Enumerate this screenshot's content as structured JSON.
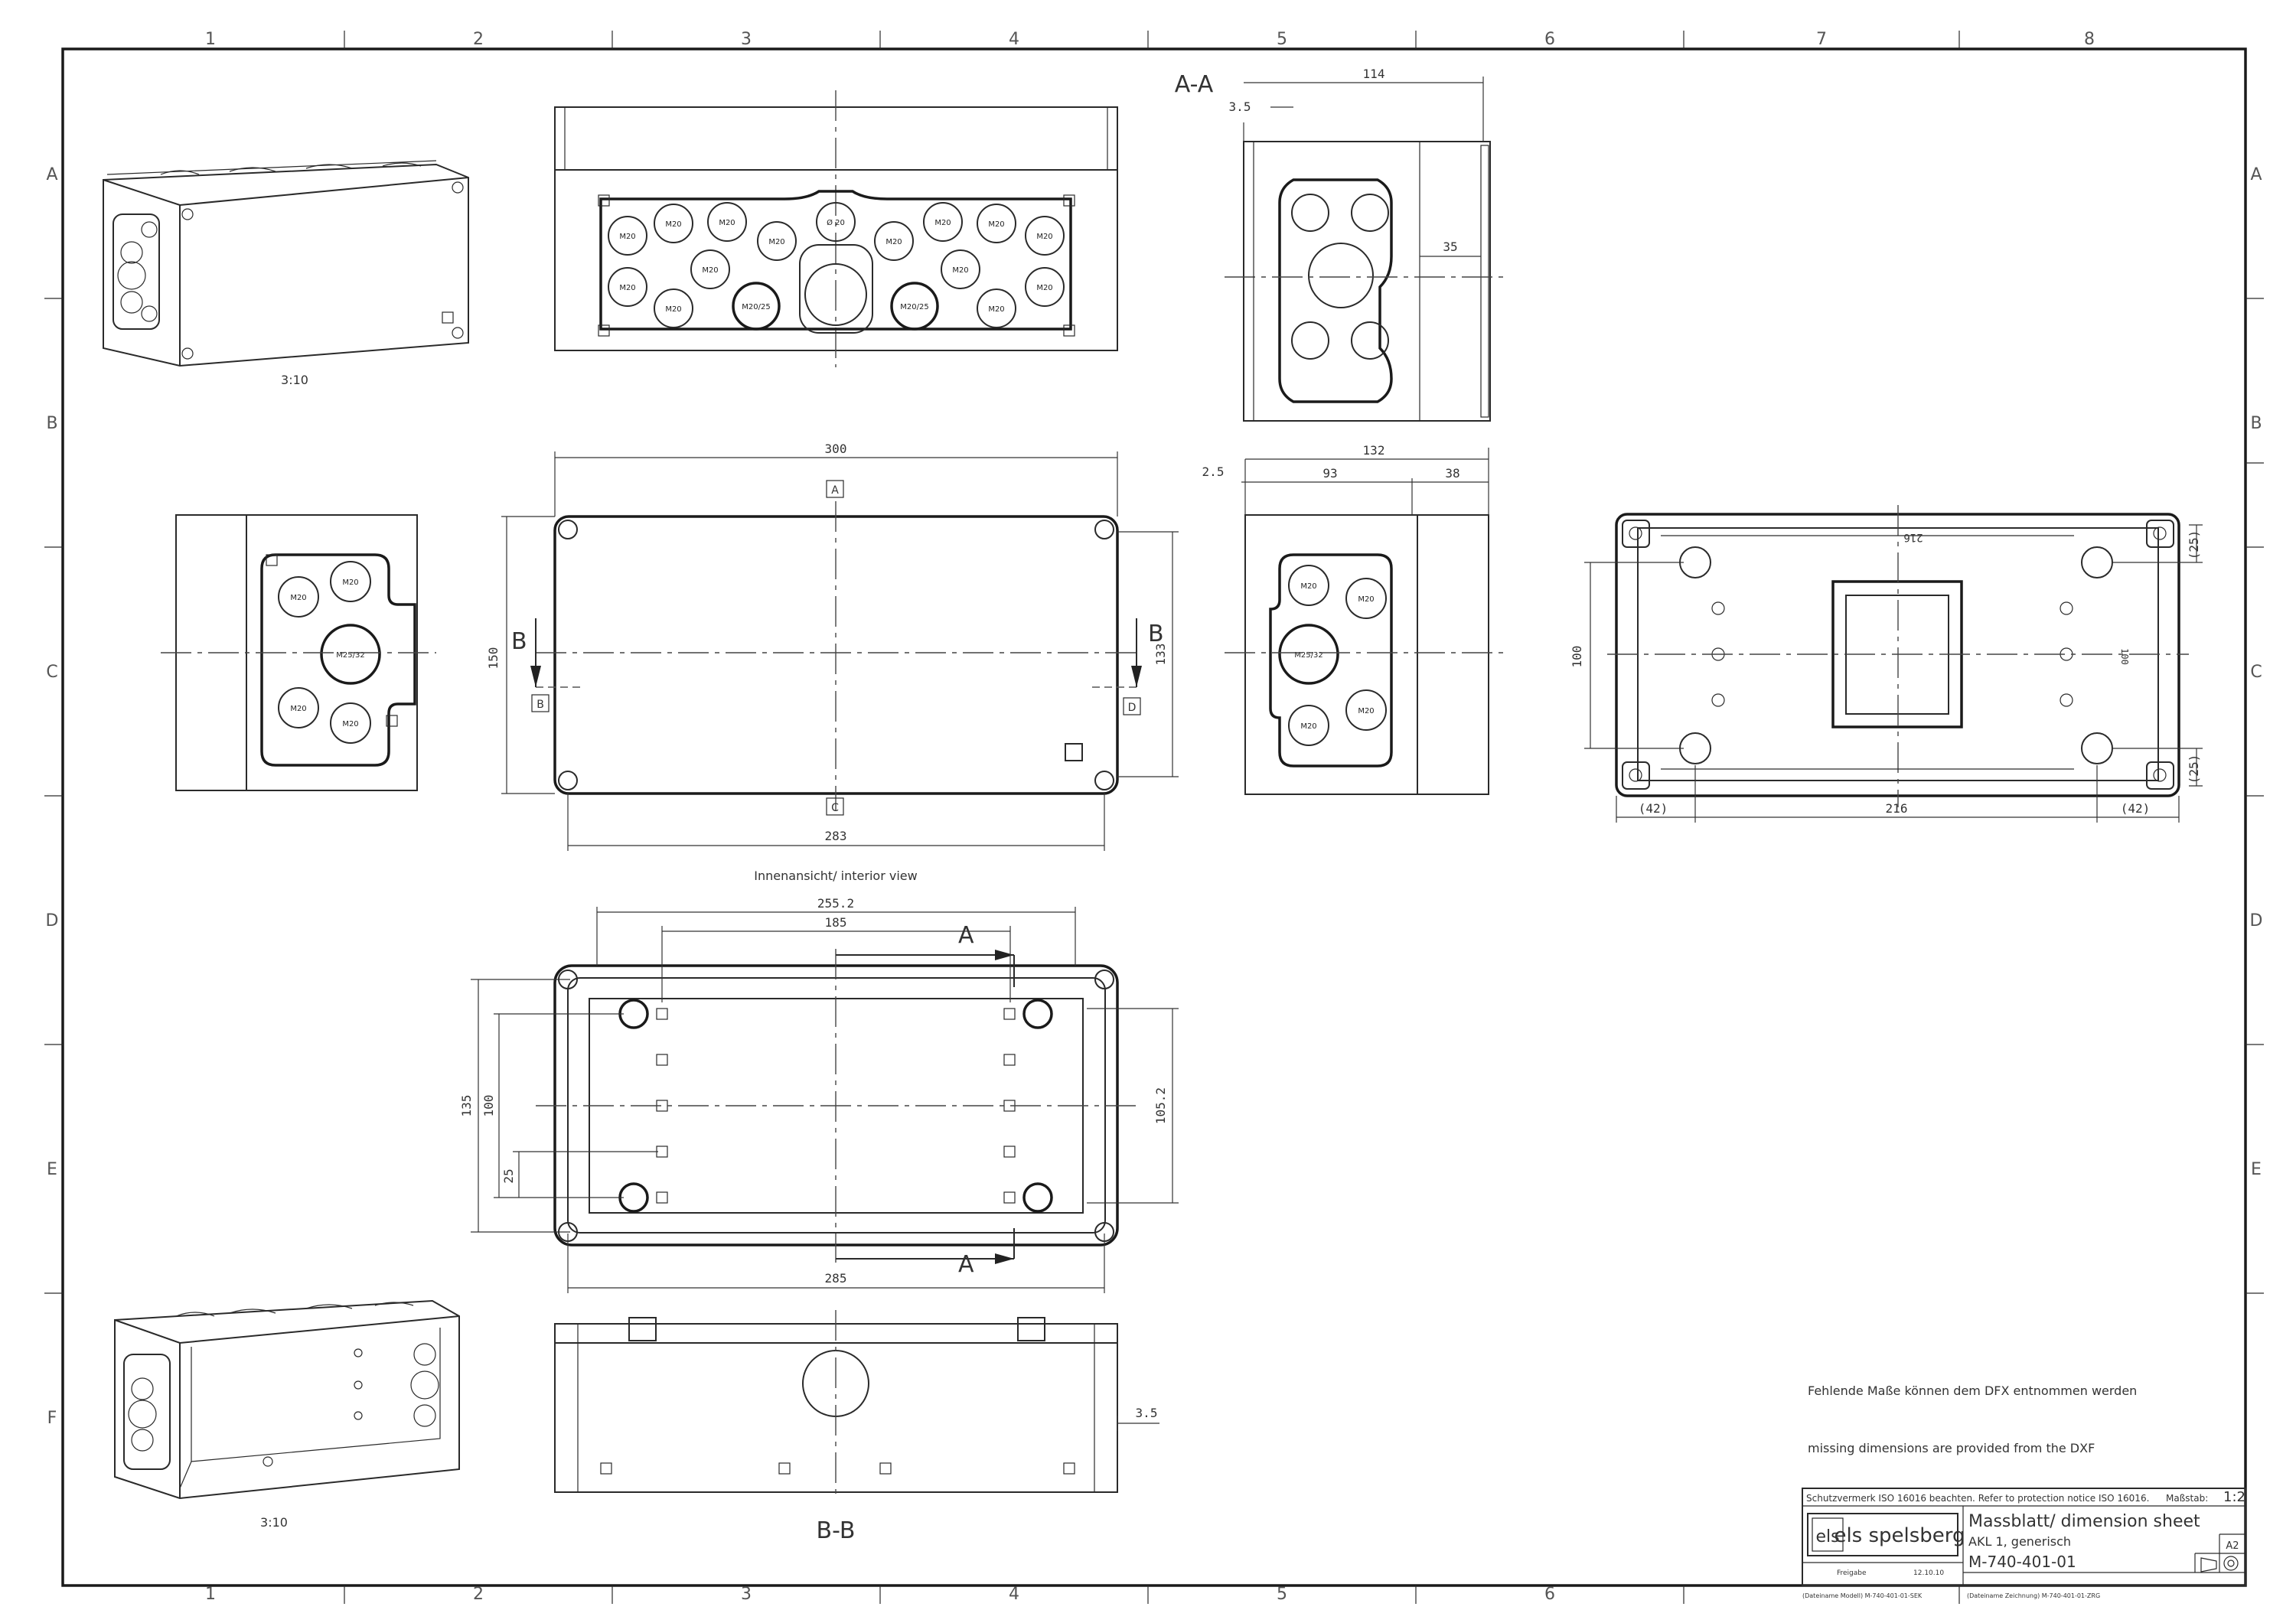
{
  "grid": {
    "columns": [
      "1",
      "2",
      "3",
      "4",
      "5",
      "6",
      "7",
      "8"
    ],
    "rows": [
      "A",
      "B",
      "C",
      "D",
      "E",
      "F"
    ]
  },
  "views": {
    "iso_top_scale": "3:10",
    "iso_bottom_scale": "3:10",
    "section_aa_title": "A-A",
    "section_bb_title": "B-B",
    "interior_view_label": "Innenansicht/ interior view",
    "cut_marker_a": "A",
    "cut_marker_b": "B",
    "ref_a": "A",
    "ref_b": "B",
    "ref_c": "C",
    "ref_d": "D"
  },
  "glands": {
    "m20": "M20",
    "m25_32": "M25/32",
    "m20_25": "M20/25",
    "d20": "Ø 20"
  },
  "dimensions": {
    "aa_width": "114",
    "aa_wall": "3.5",
    "aa_depth": "35",
    "side_total": "132",
    "side_offset": "2.5",
    "side_a": "93",
    "side_b": "38",
    "front_width": "300",
    "front_height": "150",
    "front_inner_height": "133",
    "front_hole_spacing": "283",
    "back_height": "100",
    "back_top_offset": "(25)",
    "back_bottom_offset": "(25)",
    "back_left": "(42)",
    "back_center": "216",
    "back_right": "(42)",
    "back_top_inner": "216",
    "back_vertical_inner": "100",
    "int_outer": "255.2",
    "int_inner": "185",
    "int_height_135": "135",
    "int_height_100": "100",
    "int_height_25": "25",
    "int_right": "105.2",
    "int_bottom": "285",
    "bb_wall": "3.5"
  },
  "notes": {
    "line1": "Fehlende Maße können dem DFX entnommen werden",
    "line2": "missing dimensions are provided from the DXF"
  },
  "title_block": {
    "protection": "Schutzvermerk ISO 16016 beachten. Refer to protection notice ISO 16016.",
    "scale_label": "Maßstab:",
    "scale_value": "1:2",
    "logo": "els spelsberg",
    "title": "Massblatt/ dimension sheet",
    "subtitle": "AKL 1, generisch",
    "drawing_number": "M-740-401-01",
    "sheet_size": "A2",
    "release_label": "Freigabe",
    "release_date": "12.10.10",
    "file_ref_1": "(Dateiname Modell) M-740-401-01-SEK",
    "file_ref_2": "(Dateiname Zeichnung) M-740-401-01-ZRG"
  }
}
